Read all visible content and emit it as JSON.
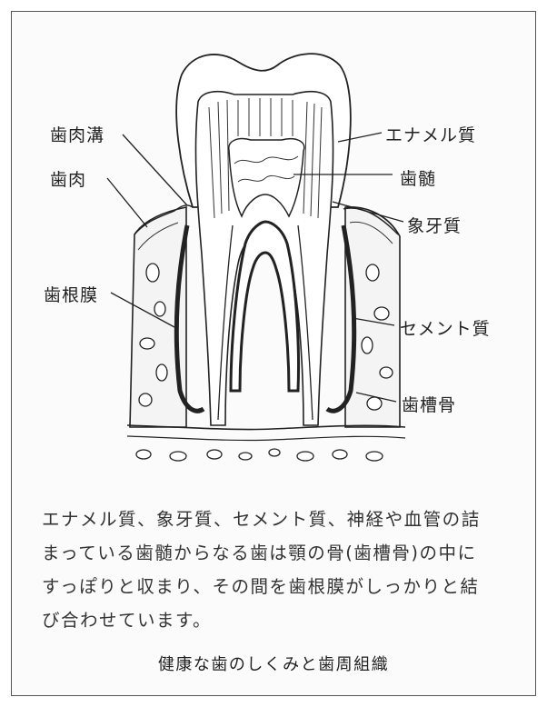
{
  "labels": {
    "gingival_sulcus": "歯肉溝",
    "gum": "歯肉",
    "periodontal_ligament": "歯根膜",
    "enamel": "エナメル質",
    "pulp": "歯髄",
    "dentin": "象牙質",
    "cementum": "セメント質",
    "alveolar_bone": "歯槽骨"
  },
  "caption": [
    "エナメル質、象牙質、セメント質、神経や血管の詰",
    "まっている歯髄からなる歯は顎の骨(歯槽骨)の中に",
    "すっぽりと収まり、その間を歯根膜がしっかりと結",
    "び合わせています。"
  ],
  "title": "健康な歯のしくみと歯周組織"
}
